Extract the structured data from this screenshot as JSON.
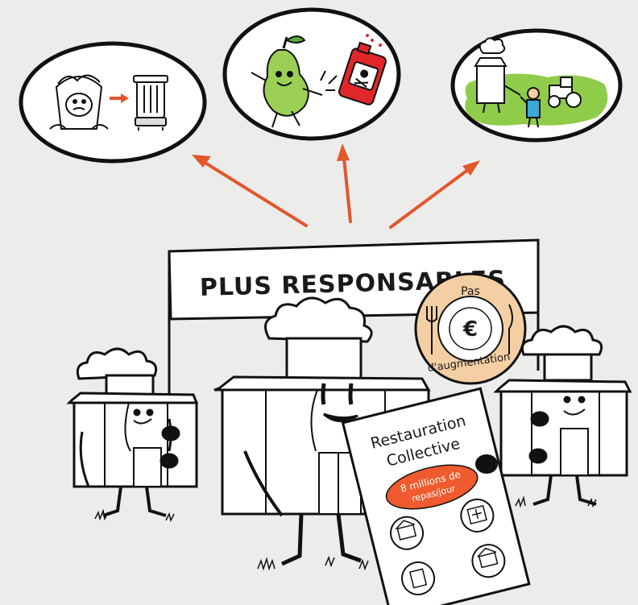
{
  "banner": {
    "title": "PLUS RESPONSABLES"
  },
  "plate": {
    "line1": "Pas",
    "symbol": "€",
    "line2": "d'augmentation"
  },
  "poster": {
    "title_line1": "Restauration",
    "title_line2": "Collective",
    "stat_line1": "8 millions de",
    "stat_line2": "repas/jour"
  },
  "colors": {
    "background": "#ececeb",
    "arrow": "#e2572b",
    "plate": "#f3cfa3",
    "grass": "#8fcc4a",
    "pear": "#9bcf55",
    "poison_can": "#e0262b",
    "stat_badge": "#ef5a2e"
  },
  "bubbles": [
    {
      "icon": "bin-to-scale-icon"
    },
    {
      "icon": "pear-kicks-pesticide-icon"
    },
    {
      "icon": "local-farm-icon"
    }
  ]
}
